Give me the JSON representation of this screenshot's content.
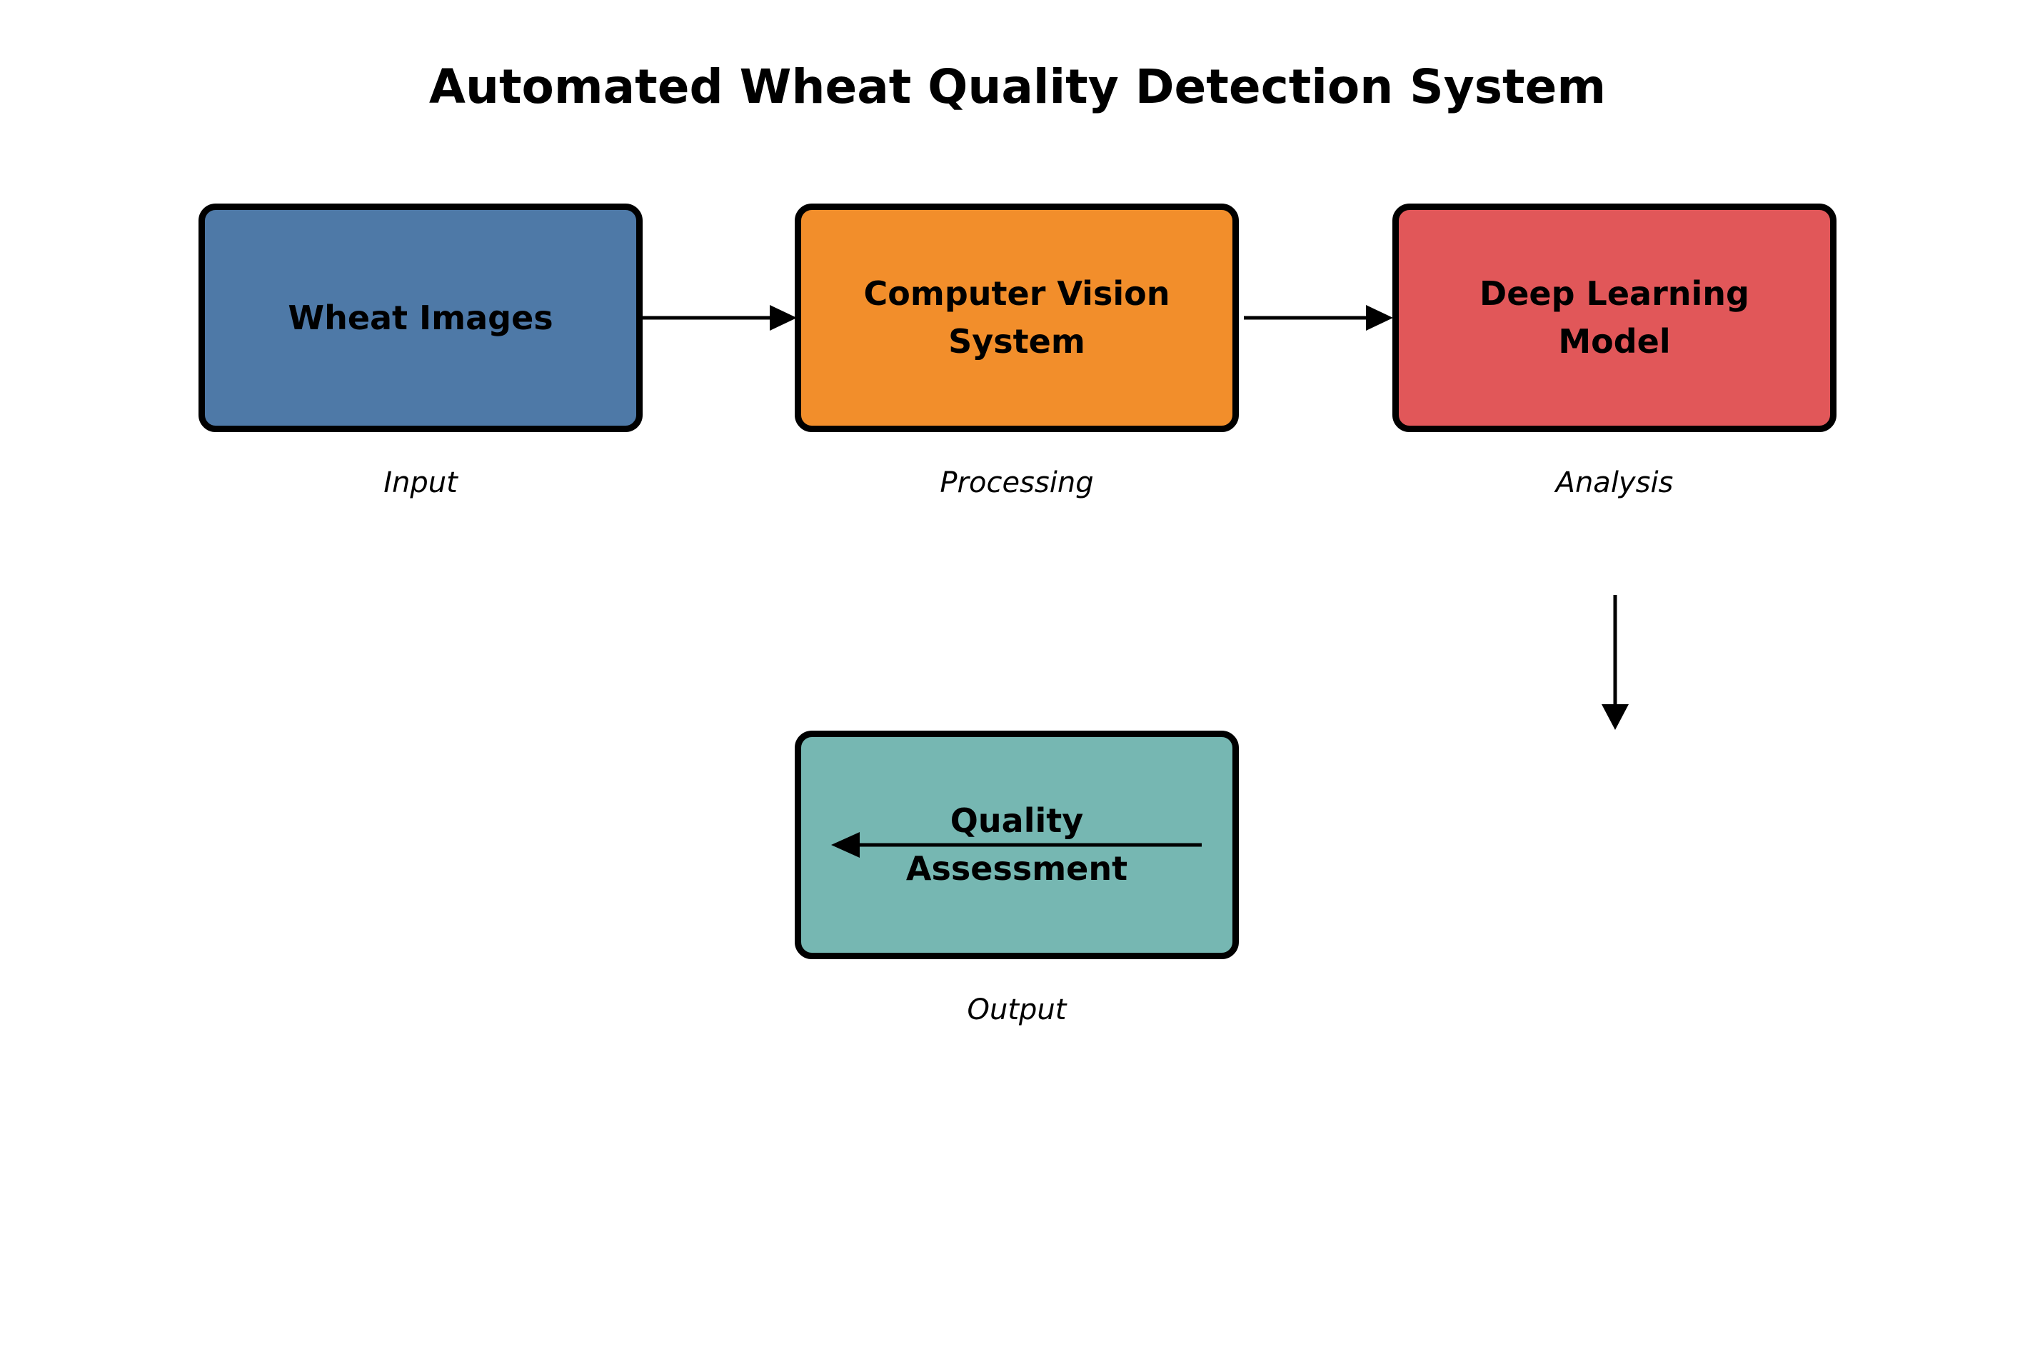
{
  "title": "Automated Wheat Quality Detection System",
  "diagram": {
    "background_color": "#FFFFFF",
    "border_color": "#000000",
    "text_color": "#000000",
    "arrow_color": "#000000",
    "nodes": [
      {
        "id": "wheat-images",
        "label": "Wheat Images",
        "sublabel": "Input",
        "color": "#4E79A7"
      },
      {
        "id": "computer-vision-system",
        "label": "Computer Vision\nSystem",
        "sublabel": "Processing",
        "color": "#F28E2B"
      },
      {
        "id": "deep-learning-model",
        "label": "Deep Learning\nModel",
        "sublabel": "Analysis",
        "color": "#E15759"
      },
      {
        "id": "quality-assessment",
        "label": "Quality\nAssessment",
        "sublabel": "Output",
        "color": "#76B7B2"
      }
    ],
    "edges": [
      {
        "from": "wheat-images",
        "to": "computer-vision-system",
        "shape": "arrow-right"
      },
      {
        "from": "computer-vision-system",
        "to": "deep-learning-model",
        "shape": "arrow-right"
      },
      {
        "from": "deep-learning-model",
        "to": "quality-assessment",
        "shape": "arrow-down"
      },
      {
        "from": "deep-learning-model",
        "to": "quality-assessment",
        "shape": "arrow-left-into-box"
      }
    ]
  }
}
